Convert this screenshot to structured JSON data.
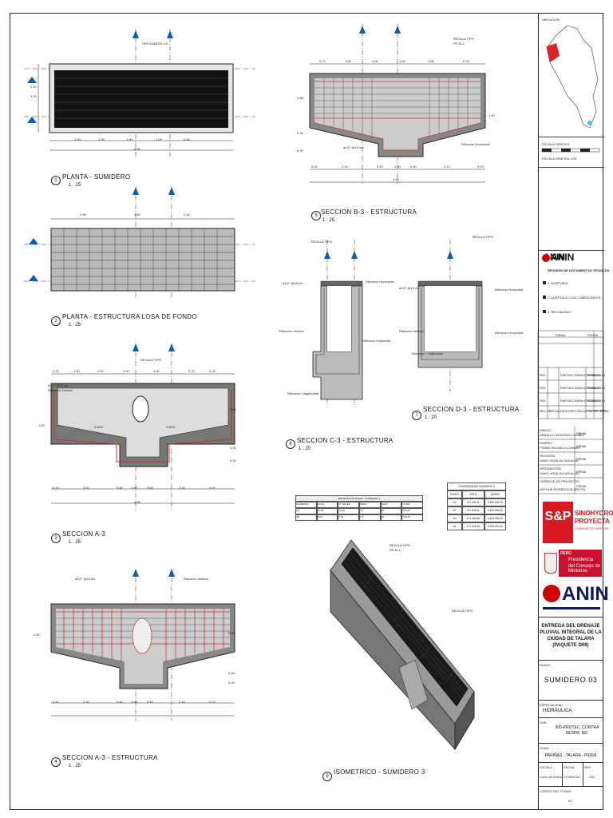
{
  "drawings": {
    "d1": {
      "num": "1",
      "title": "PLANTA - SUMIDERO",
      "scale": "1 : 25",
      "dims": [
        "1.00",
        "1.00",
        "1.00",
        "1.00",
        "0.84"
      ],
      "total": "4.90",
      "side": [
        "1.20",
        "0.40"
      ],
      "note": "VER ALBATEL 03"
    },
    "d2": {
      "num": "2",
      "title": "PLANTA - ESTRUCTURA LOSA DE FONDO",
      "scale": "1 : 25",
      "dims": [
        "2.50",
        "1.00",
        "2.40"
      ]
    },
    "d3": {
      "num": "3",
      "title": "SECCION A-3",
      "scale": "1 : 25",
      "dims": [
        "0.15",
        "1.00",
        "1.00",
        "1.00",
        "1.00",
        "0.70",
        "0.15"
      ],
      "bottom": [
        "0.15",
        "2.10",
        "0.40",
        "1.00",
        "0.40",
        "2.10",
        "0.15"
      ],
      "total": "4.90",
      "side": [
        "0.65",
        "0.20",
        "0.20"
      ],
      "slopeL": "0.50%",
      "slopeR": "0.50%",
      "levels": [
        "1.50"
      ]
    },
    "d4": {
      "num": "4",
      "title": "SECCION A-3 - ESTRUCTURA",
      "scale": "1 : 25",
      "bottom": [
        "0.20",
        "2.10",
        "0.40",
        "1.00",
        "0.40",
        "2.10",
        "0.15"
      ],
      "side": [
        "0.85",
        "0.30",
        "0.20"
      ],
      "left": "1.50"
    },
    "d5": {
      "num": "5",
      "title": "SECCION B-3 - ESTRUCTURA",
      "scale": "1 : 25",
      "top": [
        "0.70",
        "1.00",
        "1.00",
        "1.00",
        "1.00",
        "0.70"
      ],
      "bottom": [
        "0.20",
        "2.10",
        "0.40",
        "1.00",
        "0.40",
        "2.10",
        "0.15"
      ],
      "total": "4.90",
      "side": [
        "0.85",
        "0.44",
        "0.20"
      ],
      "right": "1.50"
    },
    "d6": {
      "num": "6",
      "title": "SECCION C-3 - ESTRUCTURA",
      "scale": "1 : 20"
    },
    "d7": {
      "num": "7",
      "title": "SECCION D-3 - ESTRUCTURA",
      "scale": "1 : 20"
    },
    "d9": {
      "num": "9",
      "title": "ISOMETRICO - SUMIDERO 3"
    }
  },
  "rebar": {
    "a": "ø1/2\" @15 cm",
    "b": "Refuerzo Vertical",
    "c": "Refuerzo Horizontal",
    "d": "Refuerzo Longitudinal",
    "rejilla": "REJILLA TIPO",
    "rejilla2": "RF-M-4"
  },
  "coords": {
    "title": "COORDENADAS SUMIDERO 3",
    "headers": [
      "PUNTO",
      "ESTE",
      "NORTE"
    ],
    "rows": [
      [
        "S1",
        "471 003.11",
        "9 495 005.78"
      ],
      [
        "S2",
        "471 003.51",
        "9 495 005.82"
      ],
      [
        "S3",
        "471 003.88",
        "9 495 006.38"
      ],
      [
        "S4",
        "471 018.49",
        "9 495 007.24"
      ]
    ]
  },
  "metrado": {
    "title": "METRADO DE ACERO - SUMIDERO 3",
    "headers": [
      "DIAMETRO",
      "LONG",
      "N° VECES",
      "PESO",
      "CANT",
      "TOTAL"
    ],
    "rows": [
      [
        "1/2",
        "12.80",
        "24.00",
        "1.0",
        "22",
        "265.00"
      ],
      [
        "3/8",
        "8.60",
        "1.00",
        "1.8",
        "20",
        "136.50"
      ]
    ]
  },
  "titleblock": {
    "ubicacion": "UBICACIÓN",
    "escala_grafica": "ESCALA GRÁFICA",
    "escala_grafica_sub": "ESCALA GRÁFICA 1/25",
    "logo_small": "ANIN",
    "revision": "REVISIÓN DE DOCUMENTOS TÉCNICOS",
    "rev_items": [
      "1. ACEPTADO",
      "2. ACEPTADO CON COMENTARIOS",
      "3. RECHAZADO"
    ],
    "rev_table_headers": [
      "FIRMA",
      "FECHA"
    ],
    "rev_rows": [
      [
        "R02",
        "EMITIDO PARA APROBACION",
        "12/04",
        "VR"
      ],
      [
        "R01",
        "EMITIDO PARA APROBACION",
        "12/04",
        "VR"
      ],
      [
        "R00",
        "EMITIDO PARA APROBACION",
        "12/04",
        "VR"
      ]
    ],
    "rev_cols": [
      "REV. N°",
      "FECHA",
      "DESCRIPCIÓN DE LA REVISIÓN",
      "REVISADO POR"
    ],
    "people": [
      [
        "DIBUJO",
        "ARNALDO MONTERO NUÑEZ",
        "FIRMA"
      ],
      [
        "DISEÑO",
        "FRANK PACHECO CHAMPI",
        "FIRMA"
      ],
      [
        "REVISIÓN",
        "DAMY HIGALDO AGUILAR",
        "FIRMA"
      ],
      [
        "APROBACIÓN",
        "DAMY HIGALDO AGUILAR",
        "FIRMA"
      ],
      [
        "GERENTE DE PROYECTO",
        "ARTHUR RODRIGO ALARCON",
        "FIRMA"
      ]
    ],
    "sp": "S&P",
    "sp_sub1": "SINOHYDRO",
    "sp_sub2": "PROYECTA",
    "sp_sub3": "CONSORCIO GESTOR",
    "peru": "PERÚ",
    "pcm1": "Presidencia",
    "pcm2": "del Consejo de Ministros",
    "anin": "ANIN",
    "project": "ENTREGA DEL DRENAJE PLUVIAL INTEGRAL DE LA CIUDAD DE TALARA (PAQUETE D08)",
    "plano_label": "PLANO",
    "plano": "SUMIDERO 03",
    "especialidad_label": "ESPECIALIDAD",
    "especialidad": "HIDRÁULICA",
    "sub_label": "SUB:",
    "sub": "500-PROTEC. CONTRA DESPR. ND.",
    "zona_label": "ZONA",
    "zona": "PARIÑAS - TALARA - PIURA",
    "escala_label": "ESCALA",
    "escala": "Como se indica",
    "fecha_label": "FECHA",
    "fecha": "17/25/2024",
    "rev_label": "REV.",
    "rev": "C02",
    "codigo_label": "CODIGO DEL PLANO",
    "codigo": "01"
  }
}
